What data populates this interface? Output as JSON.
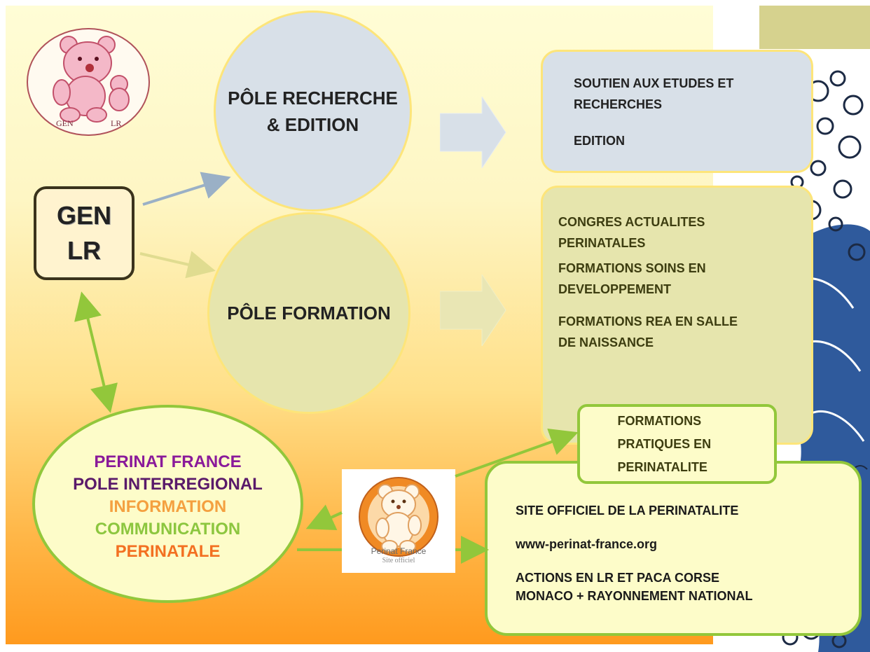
{
  "gen_box": {
    "line1": "GEN",
    "line2": "LR"
  },
  "logo": {
    "text_left": "GEN",
    "text_right": "LR"
  },
  "pole_recherche": {
    "line1": "PÔLE RECHERCHE",
    "line2": "& EDITION"
  },
  "pole_formation": {
    "label": "PÔLE FORMATION"
  },
  "recherche_box": {
    "line1": "SOUTIEN AUX ETUDES ET",
    "line2": "RECHERCHES",
    "line3": "EDITION"
  },
  "formation_box": {
    "item1_line1": "CONGRES ACTUALITES",
    "item1_line2": "PERINATALES",
    "item2_line1": "FORMATIONS SOINS EN",
    "item2_line2": "DEVELOPPEMENT",
    "item3_line1": "FORMATIONS REA EN SALLE",
    "item3_line2": "DE NAISSANCE"
  },
  "perinat": {
    "line1": "PERINAT FRANCE",
    "line2": "POLE INTERREGIONAL",
    "line3": "INFORMATION",
    "line4": "COMMUNICATION",
    "line5": "PERINATALE"
  },
  "perinat_colors": {
    "line1": "#8a1a9a",
    "line2": "#5a1a6a",
    "line3": "#f4a040",
    "line4": "#8cc63f",
    "line5": "#f37021"
  },
  "pf_logo": {
    "name": "Perinat France",
    "sub": "Site officiel",
    "icon": "bear-icon"
  },
  "pratiques_box": {
    "line1": "FORMATIONS",
    "line2": "PRATIQUES EN",
    "line3": "PERINATALITE"
  },
  "site_box": {
    "line1": "SITE OFFICIEL DE LA PERINATALITE",
    "line2": "www-perinat-france.org",
    "line3": "ACTIONS EN LR ET PACA CORSE",
    "line4": "MONACO + RAYONNEMENT NATIONAL"
  },
  "colors": {
    "accent_green": "#92c73b",
    "border_yellow": "#fde57a",
    "blue_grey": "#d8e0e8",
    "khaki": "#e6e5ad"
  }
}
